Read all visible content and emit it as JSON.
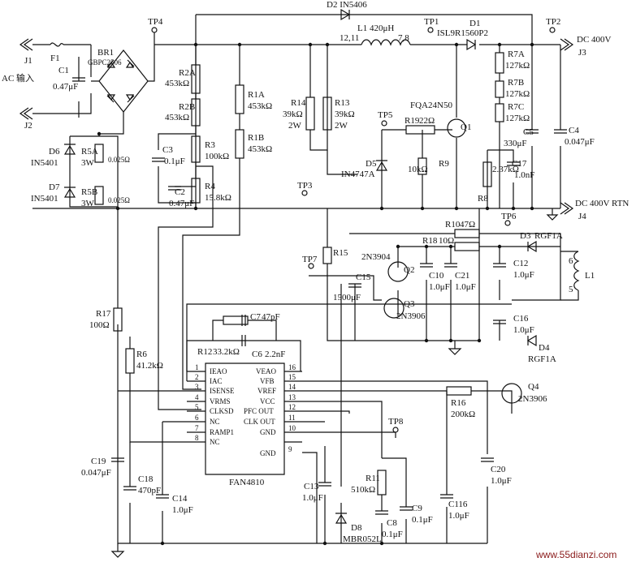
{
  "title": "",
  "input": {
    "j1": "J1",
    "j2": "J2",
    "fuse": "F1",
    "ac": "AC 输入",
    "c1": "C1",
    "c1_val": "0.47μF"
  },
  "bridge": {
    "name": "BR1",
    "part": "GBPC2506"
  },
  "tp": {
    "tp1": "TP1",
    "tp2": "TP2",
    "tp3": "TP3",
    "tp4": "TP4",
    "tp5": "TP5",
    "tp6": "TP6",
    "tp7": "TP7",
    "tp8": "TP8"
  },
  "top": {
    "d2": "D2  IN5406",
    "l1": "L1  420μH",
    "l1_pins_a": "12,11",
    "l1_pins_b": "7,8",
    "d1": "D1",
    "d1_part": "ISL9R1560P2",
    "q1_part": "FQA24N50",
    "q1": "Q1"
  },
  "out": {
    "pos": "DC 400V",
    "rtn": "DC 400V RTN",
    "j3": "J3",
    "j4": "J4",
    "c4": "C4",
    "c4_val": "0.047μF"
  },
  "resistors": {
    "r2a": "R2A",
    "r2a_v": "453kΩ",
    "r2b": "R2B",
    "r2b_v": "453kΩ",
    "r3": "R3",
    "r3_v": "100kΩ",
    "r4": "R4",
    "r4_v": "15.8kΩ",
    "r1a": "R1A",
    "r1a_v": "453kΩ",
    "r1b": "R1B",
    "r1b_v": "453kΩ",
    "r14": "R14",
    "r14_v": "39kΩ",
    "r14_w": "2W",
    "r13": "R13",
    "r13_v": "39kΩ",
    "r13_w": "2W",
    "r19": "R19",
    "r19_v": "22Ω",
    "r9": "R9",
    "r9_v": "10kΩ",
    "r7a": "R7A",
    "r7a_v": "127kΩ",
    "r7b": "R7B",
    "r7b_v": "127kΩ",
    "r7c": "R7C",
    "r7c_v": "127kΩ",
    "r8": "R8",
    "r8_v": "2.37kΩ",
    "r5a": "R5A",
    "r5a_w": "3W",
    "r5b": "R5B",
    "r5b_w": "3W",
    "r5_v": "0.025Ω",
    "r10": "R10",
    "r10_v": "47Ω",
    "r18": "R18",
    "r18_v": "10Ω",
    "r15": "R15",
    "r17": "R17",
    "r17_v": "100Ω",
    "r6": "R6",
    "r6_v": "41.2kΩ",
    "r12": "R12",
    "r12_v": "33.2kΩ",
    "r16": "R16",
    "r16_v": "200kΩ",
    "r11": "R11",
    "r11_v": "510kΩ"
  },
  "caps": {
    "c3": "C3",
    "c3_v": "0.1μF",
    "c2": "C2",
    "c2_v": "0.47μF",
    "c5": "C5",
    "c5_v": "330μF",
    "c17": "C17",
    "c17_v": "1.0nF",
    "c15": "C15",
    "c15_v": "1500μF",
    "c10": "C10",
    "c10_v": "1.0μF",
    "c21": "C21",
    "c21_v": "1.0μF",
    "c12": "C12",
    "c12_v": "1.0μF",
    "c16": "C16",
    "c16_v": "1.0μF",
    "c7": "C7",
    "c7_v": "47pF",
    "c6": "C6",
    "c6_v": "2.2nF",
    "c19": "C19",
    "c19_v": "0.047μF",
    "c18": "C18",
    "c18_v": "470pF",
    "c14": "C14",
    "c14_v": "1.0μF",
    "c13": "C13",
    "c13_v": "1.0μF",
    "c8": "C8",
    "c8_v": "0.1μF",
    "c9": "C9",
    "c9_v": "0.1μF",
    "c116": "C116",
    "c116_v": "1.0μF",
    "c20": "C20",
    "c20_v": "1.0μF"
  },
  "diodes": {
    "d5": "D5",
    "d5_part": "IN4747A",
    "d6": "D6",
    "d6_part": "IN5401",
    "d7": "D7",
    "d7_part": "IN5401",
    "d3": "D3",
    "d3_part": "RGF1A",
    "d4": "D4",
    "d4_part": "RGF1A",
    "d8": "D8",
    "d8_part": "MBR052L"
  },
  "transistors": {
    "q2": "Q2",
    "q2_part": "2N3904",
    "q3": "Q3",
    "q3_part": "2N3906",
    "q4": "Q4",
    "q4_part": "2N3906"
  },
  "transformer": {
    "l1": "L1",
    "p6": "6",
    "p5": "5"
  },
  "ic": {
    "part": "FAN4810",
    "left": [
      {
        "n": "1",
        "name": "IEAO"
      },
      {
        "n": "2",
        "name": "IAC"
      },
      {
        "n": "3",
        "name": "ISENSE"
      },
      {
        "n": "4",
        "name": "VRMS"
      },
      {
        "n": "5",
        "name": "CLKSD"
      },
      {
        "n": "6",
        "name": "NC"
      },
      {
        "n": "7",
        "name": "RAMP1"
      },
      {
        "n": "8",
        "name": "NC"
      }
    ],
    "right": [
      {
        "n": "16",
        "name": "VEAO"
      },
      {
        "n": "15",
        "name": "VFB"
      },
      {
        "n": "14",
        "name": "VREF"
      },
      {
        "n": "13",
        "name": "VCC"
      },
      {
        "n": "12",
        "name": "PFC OUT"
      },
      {
        "n": "11",
        "name": "CLK OUT"
      },
      {
        "n": "10",
        "name": "GND"
      },
      {
        "n": "9",
        "name": "GND"
      }
    ]
  },
  "watermark": "www.55dianzi.com"
}
